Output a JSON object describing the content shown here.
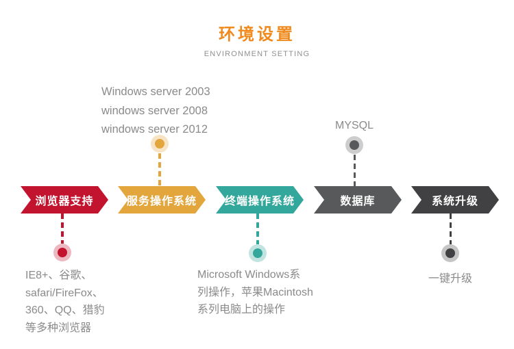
{
  "header": {
    "title": "环境设置",
    "subtitle": "ENVIRONMENT SETTING",
    "title_color": "#f18a1d"
  },
  "banners": [
    {
      "label": "浏览器支持",
      "color": "#c3142f"
    },
    {
      "label": "服务操作系统",
      "color": "#e2a63c"
    },
    {
      "label": "终端操作系统",
      "color": "#34a79c"
    },
    {
      "label": "数据库",
      "color": "#58595b"
    },
    {
      "label": "系统升级",
      "color": "#414042"
    }
  ],
  "annotations": {
    "server_os": {
      "lines": [
        "Windows server 2003",
        "windows server 2008",
        "windows server 2012"
      ]
    },
    "database": {
      "label": "MYSQL"
    },
    "browser_support": {
      "lines": [
        "IE8+、谷歌、",
        "safari/FireFox、",
        "360、QQ、猎豹",
        "等多种浏览器"
      ]
    },
    "client_os": {
      "lines": [
        "Microsoft Windows系",
        "列操作，苹果Macintosh",
        "系列电脑上的操作"
      ]
    },
    "system_upgrade": {
      "label": "一键升级"
    }
  }
}
